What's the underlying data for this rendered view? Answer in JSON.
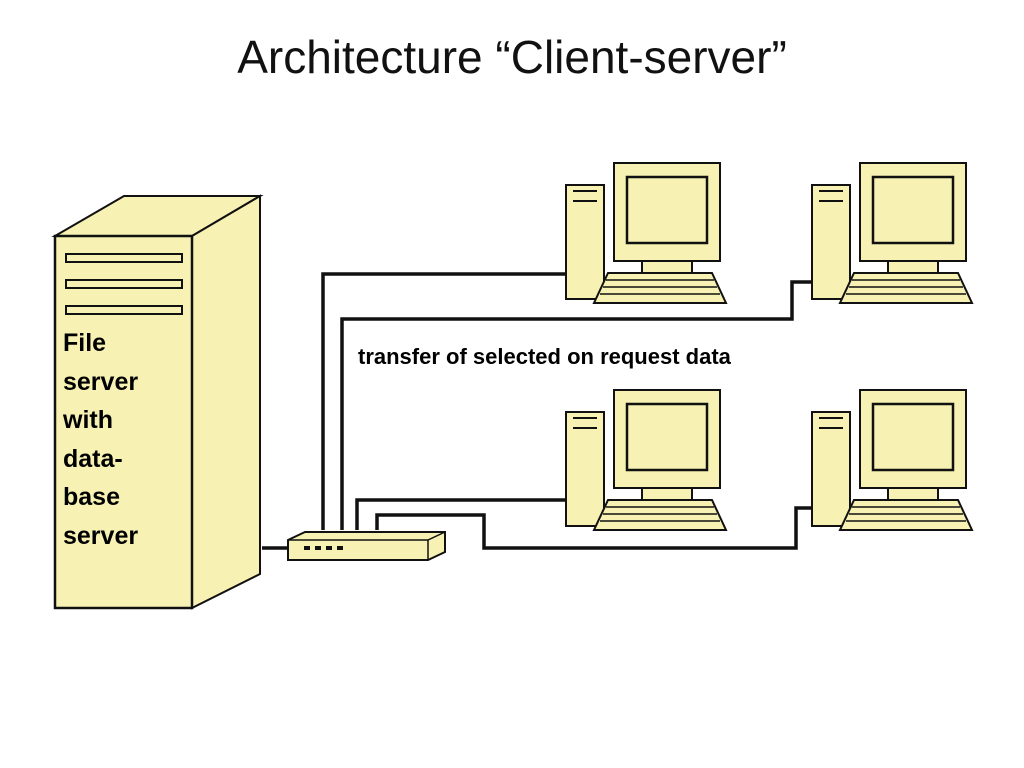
{
  "title": "Architecture “Client-server”",
  "server": {
    "label_lines": [
      "File",
      "server",
      "with",
      "data-",
      "base",
      "server"
    ]
  },
  "transfer_label": "transfer of selected on request data",
  "colors": {
    "device_fill": "#f7f2b3",
    "outline": "#111111",
    "background": "#ffffff"
  },
  "icons": {
    "server": "tower-server-icon",
    "hub": "network-hub-icon",
    "client": "desktop-computer-icon"
  }
}
